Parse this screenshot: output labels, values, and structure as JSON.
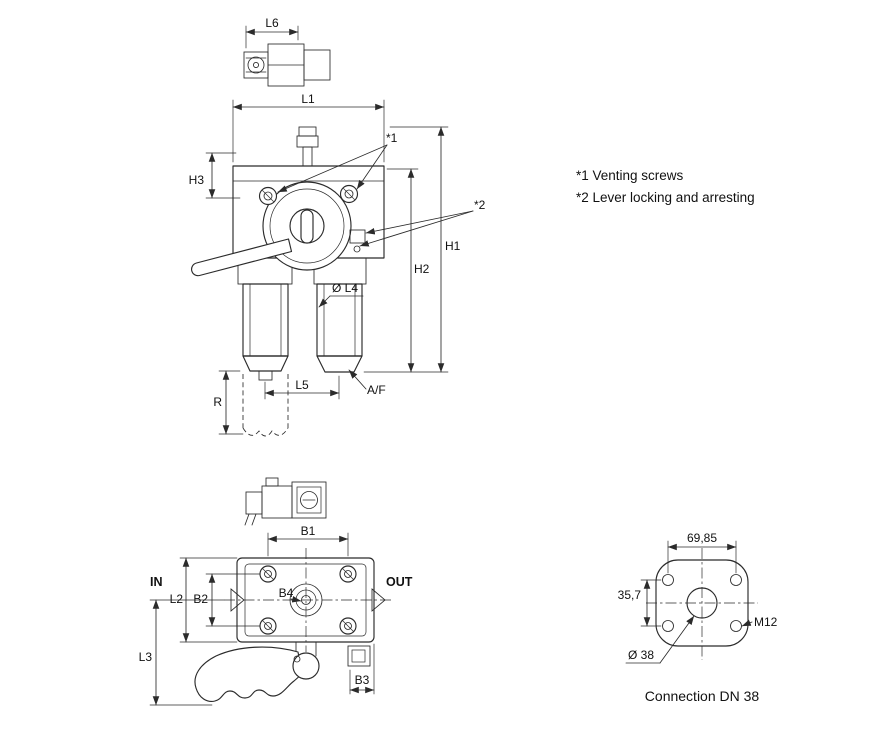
{
  "colors": {
    "background": "#ffffff",
    "line": "#2b2b2b",
    "text": "#111111"
  },
  "notes": {
    "note1": "*1 Venting screws",
    "note2": "*2 Lever locking and arresting"
  },
  "front_view": {
    "l6": "L6",
    "l1": "L1",
    "h1": "H1",
    "h2": "H2",
    "h3": "H3",
    "l4": "Ø L4",
    "l5": "L5",
    "af": "A/F",
    "r": "R",
    "star1": "*1",
    "star2": "*2"
  },
  "top_view": {
    "b1": "B1",
    "b2": "B2",
    "b3": "B3",
    "b4": "B4",
    "l2": "L2",
    "l3": "L3",
    "in": "IN",
    "out": "OUT"
  },
  "flange_view": {
    "width": "69,85",
    "height": "35,7",
    "thread": "M12",
    "bore": "Ø 38",
    "caption": "Connection DN 38"
  }
}
